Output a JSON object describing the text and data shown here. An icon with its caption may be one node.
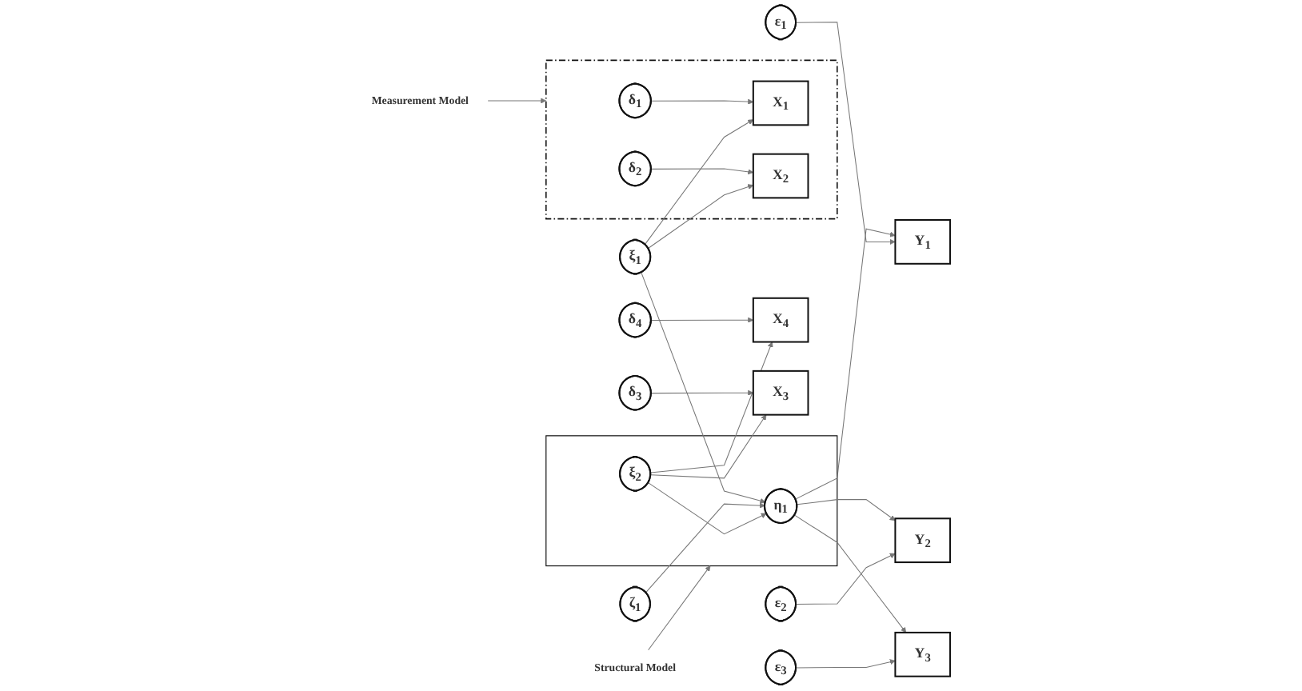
{
  "diagram": {
    "nodes": [
      {
        "text": [
          "Measurement Model"
        ]
      },
      {
        "text": [],
        "shape": "box"
      },
      {
        "text": [
          "δ$_{1}$"
        ],
        "in": 1
      },
      {
        "text": [
          "X$_{1}$"
        ],
        "in": 1
      },
      {
        "text": [
          "δ$_{2}$"
        ],
        "in": 1
      },
      {
        "text": [
          "X$_{2}$"
        ],
        "in": 1
      },
      {
        "text": [
          "ζ$_{1}$"
        ]
      },
      {
        "text": [
          "Structural Model"
        ]
      },
      {
        "text": [],
        "shape": "box"
      },
      {
        "text": [
          "ξ$_{1}$"
        ]
      },
      {
        "text": [
          "η$_{1}$"
        ],
        "in": 8
      },
      {
        "text": [
          "ξ$_{2}$"
        ],
        "in": 8
      },
      {
        "text": [
          "Y$_{1}$"
        ]
      },
      {
        "text": [
          "ε$_{1}$"
        ]
      },
      {
        "text": [
          "Y$_{2}$"
        ]
      },
      {
        "text": [
          "ε$_{2}$"
        ]
      },
      {
        "text": [
          "Y$_{3}$"
        ]
      },
      {
        "text": [
          "ε$_{3}$"
        ]
      },
      {
        "text": [
          "δ$_{3}$"
        ]
      },
      {
        "text": [
          "X$_{3}$"
        ]
      },
      {
        "text": [
          "δ$_{4}$"
        ]
      },
      {
        "text": [
          "X$_{4}$"
        ]
      }
    ],
    "edges": [
      {
        "from": 0,
        "to": 1,
        "arrow": "to"
      },
      {
        "from": 7,
        "to": 8,
        "arrow": "to"
      },
      {
        "from": 2,
        "to": 3,
        "arrow": "to"
      },
      {
        "from": 4,
        "to": 5,
        "arrow": "to"
      },
      {
        "from": 9,
        "to": 3,
        "arrow": "to"
      },
      {
        "from": 9,
        "to": 5,
        "arrow": "to"
      },
      {
        "from": 9,
        "to": 10,
        "arrow": "to"
      },
      {
        "from": 6,
        "to": 10,
        "arrow": "to"
      },
      {
        "from": 11,
        "to": 10,
        "arrow": "to"
      },
      {
        "from": 11,
        "to": 19,
        "arrow": "to"
      },
      {
        "from": 11,
        "to": 21,
        "arrow": "to"
      },
      {
        "from": 18,
        "to": 19,
        "arrow": "to"
      },
      {
        "from": 20,
        "to": 21,
        "arrow": "to"
      },
      {
        "from": 10,
        "to": 12,
        "arrow": "to"
      },
      {
        "from": 10,
        "to": 14,
        "arrow": "to"
      },
      {
        "from": 10,
        "to": 16,
        "arrow": "to"
      },
      {
        "from": 13,
        "to": 12,
        "arrow": "to"
      },
      {
        "from": 15,
        "to": 14,
        "arrow": "to"
      },
      {
        "from": 17,
        "to": 16,
        "arrow": "to"
      }
    ]
  }
}
